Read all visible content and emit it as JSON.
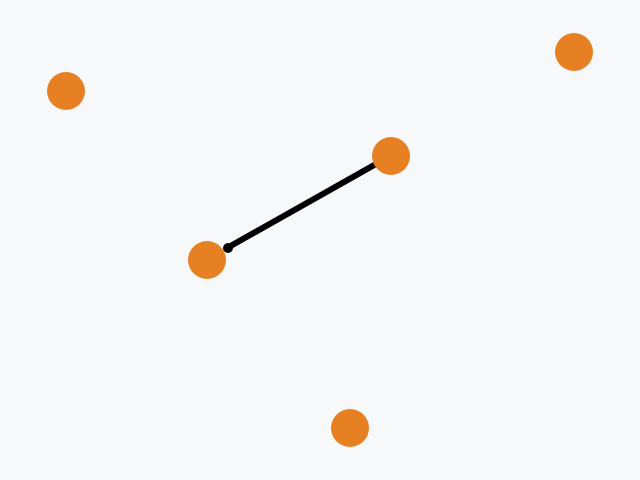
{
  "canvas": {
    "background": "#f7f8fa"
  },
  "style": {
    "node_color": "#e78023",
    "edge_color": "#000000"
  },
  "nodes": [
    {
      "id": "node-1"
    },
    {
      "id": "node-2"
    },
    {
      "id": "node-3"
    },
    {
      "id": "node-4"
    },
    {
      "id": "node-5"
    }
  ],
  "edges": [
    {
      "from": "node-3",
      "to": "node-4"
    }
  ]
}
